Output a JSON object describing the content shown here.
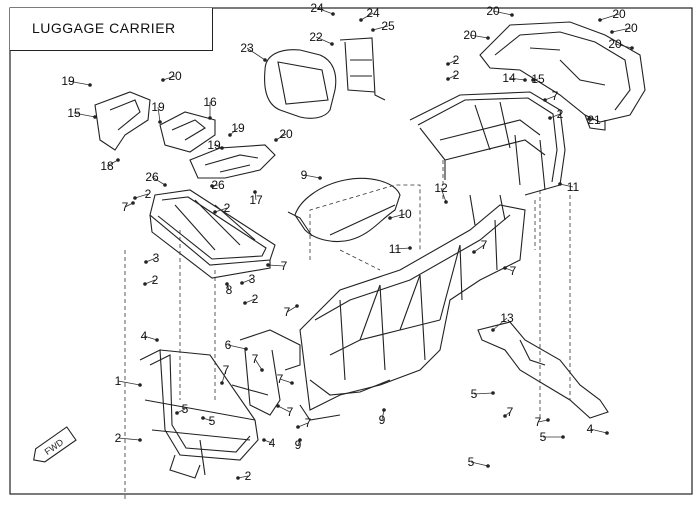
{
  "title": "LUGGAGE CARRIER",
  "fwd_badge": "FWD",
  "callouts": [
    "1",
    "2",
    "2",
    "2",
    "2",
    "2",
    "2",
    "2",
    "2",
    "2",
    "3",
    "3",
    "4",
    "4",
    "4",
    "5",
    "5",
    "5",
    "5",
    "5",
    "6",
    "7",
    "7",
    "7",
    "7",
    "7",
    "7",
    "7",
    "7",
    "7",
    "7",
    "7",
    "7",
    "7",
    "8",
    "9",
    "9",
    "9",
    "10",
    "11",
    "11",
    "12",
    "13",
    "14",
    "15",
    "15",
    "16",
    "17",
    "18",
    "19",
    "19",
    "19",
    "19",
    "20",
    "20",
    "20",
    "20",
    "20",
    "20",
    "20",
    "21",
    "22",
    "23",
    "24",
    "24",
    "25",
    "26",
    "26"
  ]
}
